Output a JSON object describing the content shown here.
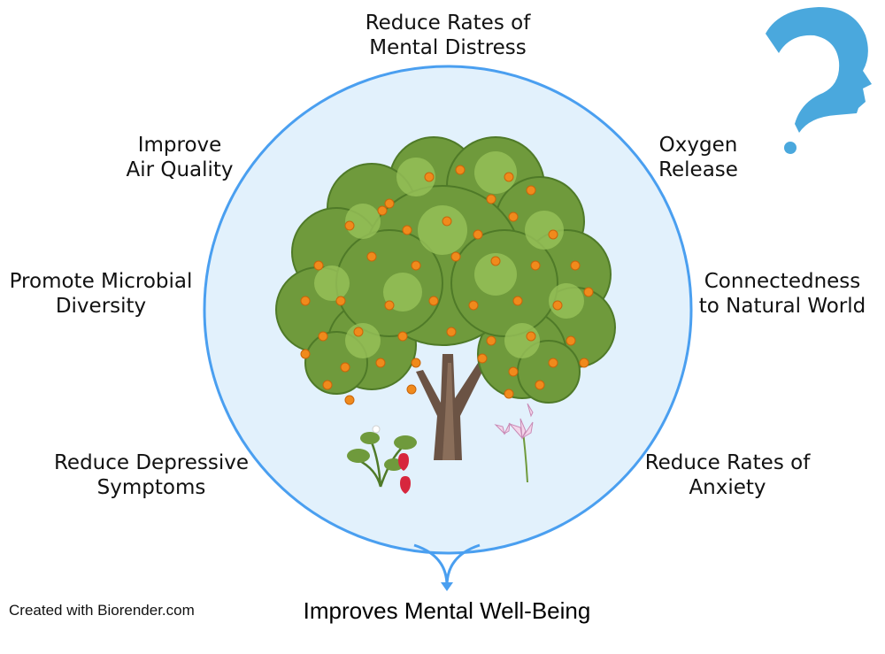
{
  "benefits": [
    {
      "id": "mental-distress",
      "lines": [
        "Reduce Rates of",
        "Mental Distress"
      ]
    },
    {
      "id": "air-quality",
      "lines": [
        "Improve",
        "Air Quality"
      ]
    },
    {
      "id": "oxygen",
      "lines": [
        "Oxygen",
        "Release"
      ]
    },
    {
      "id": "microbial",
      "lines": [
        "Promote Microbial",
        "Diversity"
      ]
    },
    {
      "id": "connectedness",
      "lines": [
        "Connectedness",
        "to Natural World"
      ]
    },
    {
      "id": "depressive",
      "lines": [
        "Reduce Depressive",
        "Symptoms"
      ]
    },
    {
      "id": "anxiety",
      "lines": [
        "Reduce Rates of",
        "Anxiety"
      ]
    }
  ],
  "conclusion": "Improves Mental Well-Being",
  "credit": "Created with Biorender.com",
  "colors": {
    "circle_stroke": "#4a9ff0",
    "circle_fill": "#e2f1fc",
    "foliage": "#6f9a3c",
    "foliage_light": "#98c259",
    "trunk": "#6b5344",
    "fruit": "#f08a1c",
    "head_icon": "#4aa8dd"
  },
  "icons": [
    "tree-illustration",
    "strawberry-plant-icon",
    "lily-flower-icon",
    "head-question-mark-icon",
    "down-arrow-icon"
  ]
}
